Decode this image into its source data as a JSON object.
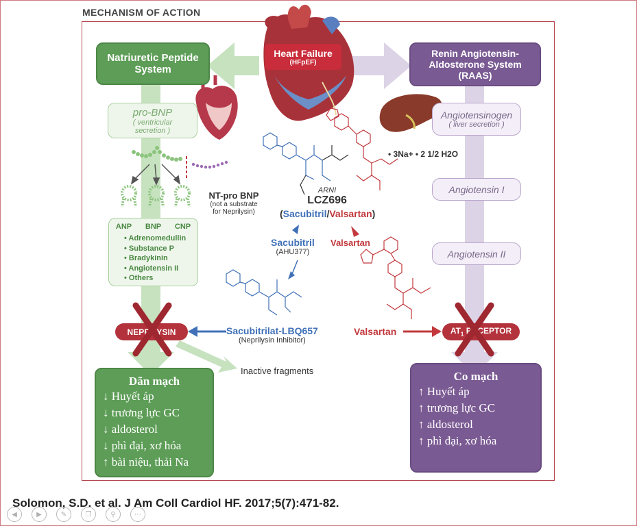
{
  "heading": "MECHANISM OF ACTION",
  "heart_failure": {
    "title": "Heart Failure",
    "subtitle": "(HFpEF)"
  },
  "natriuretic": {
    "title_line1": "Natriuretic Peptide",
    "title_line2": "System",
    "pro_bnp": "pro-BNP",
    "pro_bnp_note_line1": "( ventricular",
    "pro_bnp_note_line2": "secretion )",
    "nt_pro_bnp": "NT-pro BNP",
    "nt_pro_bnp_note_line1": "(not a substrate",
    "nt_pro_bnp_note_line2": "for Neprilysin)",
    "peptide_headers": [
      "ANP",
      "BNP",
      "CNP"
    ],
    "peptides": [
      "Adrenomedullin",
      "Substance P",
      "Bradykinin",
      "Angiotensin II",
      "Others"
    ]
  },
  "raas": {
    "title_line1": "Renin Angiotensin-",
    "title_line2": "Aldosterone System",
    "title_line3": "(RAAS)",
    "angiotensinogen": "Angiotensinogen",
    "angiotensinogen_note": "( liver secretion )",
    "angiotensin_1": "Angiotensin I",
    "angiotensin_2": "Angiotensin II"
  },
  "drug": {
    "salt_formula": "• 3Na+ • 2 1/2  H2O",
    "arni_label": "ARNI",
    "name": "LCZ696",
    "combo_open": "(",
    "combo_sacubitril": "Sacubitril",
    "combo_sep": "/",
    "combo_valsartan": "Valsartan",
    "combo_close": ")",
    "sacubitril": "Sacubitril",
    "sacubitril_code": "(AHU377)",
    "valsartan_top": "Valsartan",
    "lbq657": "Sacubitrilat-LBQ657",
    "lbq657_note": "(Neprilysin Inhibitor)",
    "valsartan_bottom": "Valsartan"
  },
  "neprilysin": "NEPRILYSIN",
  "at1_receptor_prefix": "AT",
  "at1_receptor_sub": "1",
  "at1_receptor_suffix": " RECEPTOR",
  "inactive_fragments": "Inactive fragments",
  "vasodilation": {
    "title": "Dãn mạch",
    "items": [
      "↓ Huyết áp",
      "↓ trương lực GC",
      "↓ aldosterol",
      "↓ phì đại, xơ hóa",
      "↑ bài niệu, thải Na"
    ]
  },
  "vasoconstriction": {
    "title": "Co mạch",
    "items": [
      "↑ Huyết áp",
      "↑ trương lực GC",
      "↑ aldosterol",
      "↑ phì đại, xơ hóa"
    ]
  },
  "citation": "Solomon, S.D. et al. J Am Coll Cardiol HF. 2017;5(7):471-82.",
  "colors": {
    "green_dark": "#5d9d57",
    "purple_dark": "#7a5a93",
    "red": "#b3323b",
    "blue": "#3f70b8",
    "frame": "#b6444c"
  },
  "nav_icons": [
    "back-icon",
    "forward-icon",
    "pen-icon",
    "copy-icon",
    "zoom-icon",
    "more-icon"
  ]
}
